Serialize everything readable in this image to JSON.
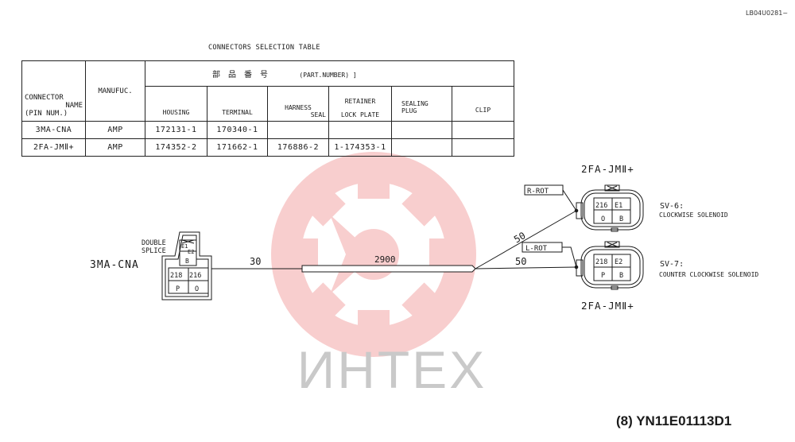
{
  "document_code": "LB04U0281~",
  "table": {
    "title": "CONNECTORS SELECTION TABLE",
    "headers": {
      "connector_name_l1": "CONNECTOR",
      "connector_name_l2": "NAME",
      "connector_name_l3": "(PIN NUM.)",
      "manufacturer": "MANUFUC.",
      "part_number_jp": "部　品　番　号",
      "part_number_en": "(PART.NUMBER)",
      "housing": "HOUSING",
      "terminal": "TERMINAL",
      "harness_seal_l1": "HARNESS",
      "harness_seal_l2": "SEAL",
      "retainer_l1": "RETAINER",
      "retainer_l2": "LOCK PLATE",
      "sealing_plug_l1": "SEALING",
      "sealing_plug_l2": "PLUG",
      "clip": "CLIP"
    },
    "rows": [
      {
        "connector": "3MA-CNA",
        "manufacturer": "AMP",
        "housing": "172131-1",
        "terminal": "170340-1",
        "harness_seal": "",
        "retainer": "",
        "sealing_plug": "",
        "clip": ""
      },
      {
        "connector": "2FA-JMⅡ+",
        "manufacturer": "AMP",
        "housing": "174352-2",
        "terminal": "171662-1",
        "harness_seal": "176886-2",
        "retainer": "1-174353-1",
        "sealing_plug": "",
        "clip": ""
      }
    ]
  },
  "diagram": {
    "left_connector": {
      "name": "3MA-CNA",
      "splice_l1": "DOUBLE",
      "splice_l2": "SPLICE",
      "pin_e1": "E1",
      "pin_e2": "E2",
      "pin_b": "B",
      "pin_218": "218",
      "pin_216": "216",
      "pin_p": "P",
      "pin_o": "O"
    },
    "wire_length_left": "30",
    "harness_length": "2900",
    "branch_length_upper": "50",
    "branch_length_lower": "50",
    "top_connector": {
      "name": "2FA-JMⅡ+",
      "tag": "R-ROT",
      "pin_a": "216",
      "pin_b": "E1",
      "pin_c": "O",
      "pin_d": "B",
      "solenoid": "SV-6:",
      "solenoid_desc": "CLOCKWISE SOLENOID"
    },
    "bottom_connector": {
      "name": "2FA-JMⅡ+",
      "tag": "L-ROT",
      "pin_a": "218",
      "pin_b": "E2",
      "pin_c": "P",
      "pin_d": "B",
      "solenoid": "SV-7:",
      "solenoid_desc": "COUNTER CLOCKWISE SOLENOID"
    }
  },
  "watermark": {
    "text": "ИНТЕХ",
    "gear_color": "#f3a7a7",
    "text_color": "#c9c9c9"
  },
  "footer": "(8) YN11E01113D1"
}
